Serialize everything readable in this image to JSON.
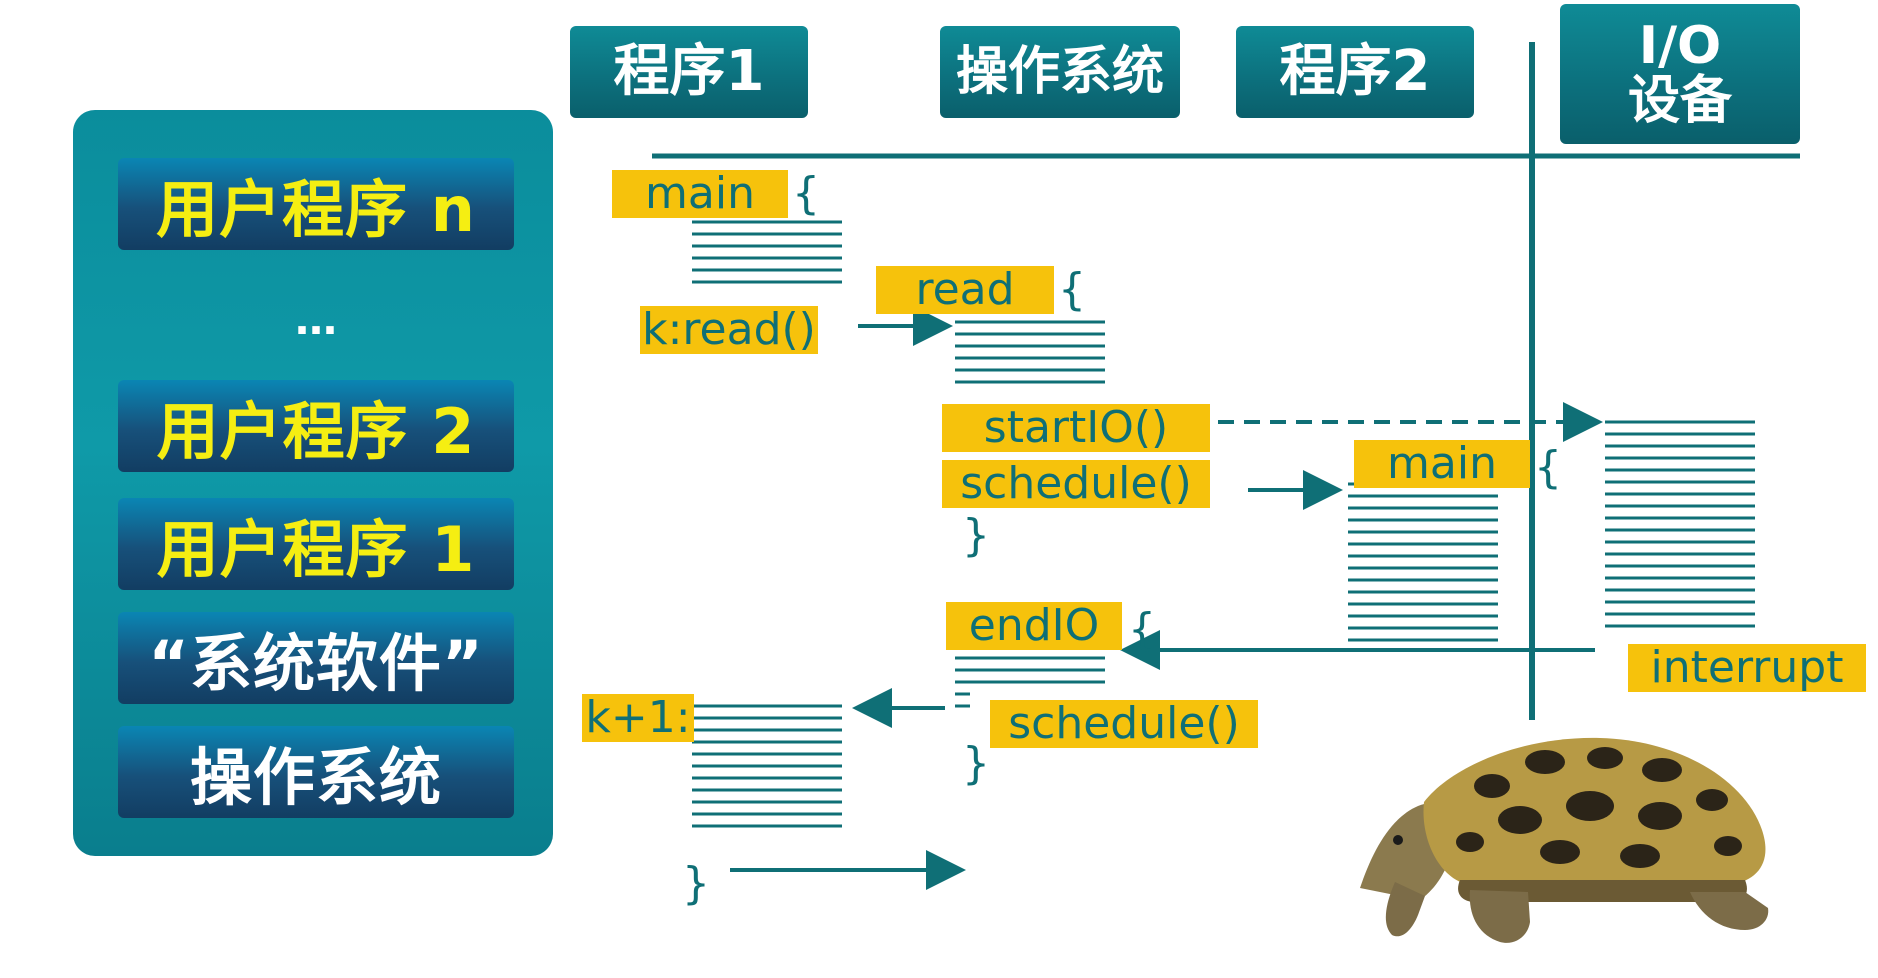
{
  "stack": {
    "layers": [
      "用户程序 n",
      "…",
      "用户程序 2",
      "用户程序 1",
      "“系统软件”",
      "操作系统"
    ]
  },
  "columns": {
    "program1": "程序1",
    "os": "操作系统",
    "program2": "程序2",
    "io_line1": "I/O",
    "io_line2": "设备"
  },
  "code": {
    "main1": "main",
    "k_read": "k:read()",
    "read": "read",
    "start_io": "startIO()",
    "schedule1": "schedule()",
    "main2": "main",
    "end_io": "endIO",
    "schedule2": "schedule()",
    "k_plus_1": "k+1:",
    "interrupt": "interrupt",
    "open_brace": "{",
    "close_brace": "}"
  },
  "colors": {
    "teal": "#0f6f76",
    "label_yellow": "#f6c20c",
    "layer_text_yellow": "#f5ee12"
  },
  "icons": {
    "turtle": "turtle-image"
  }
}
